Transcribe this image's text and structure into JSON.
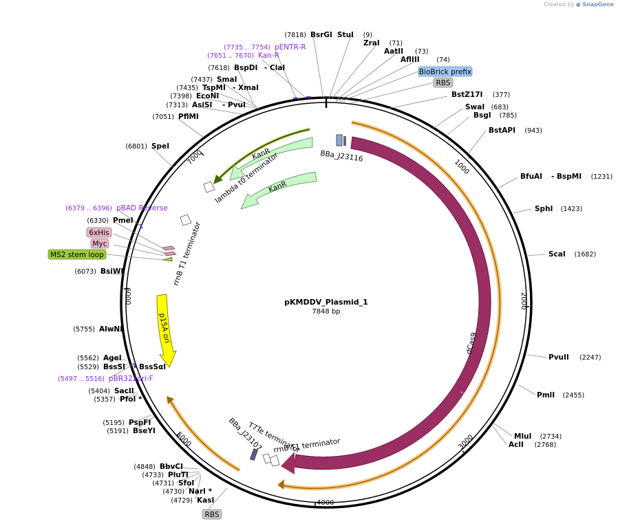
{
  "credit": {
    "created_by": "Created by",
    "brand": "SnapGene"
  },
  "plasmid": {
    "name": "pKMDDV_Plasmid_1",
    "size": "7848 bp"
  },
  "ruler": [
    "1000",
    "2000",
    "3000",
    "4000",
    "5000",
    "6000",
    "7000"
  ],
  "sites_left": [
    {
      "pos": "(7818)",
      "name": "BsrGI"
    },
    {
      "pos": "(7735 .. 7754)",
      "name": "pENTR-R",
      "purple": true
    },
    {
      "pos": "(7651 .. 7670)",
      "name": "Kan-R",
      "purple": true
    },
    {
      "pos": "(7618)",
      "name": "BspDI",
      "alt": "- ClaI"
    },
    {
      "pos": "(7437)",
      "name": "SmaI"
    },
    {
      "pos": "(7435)",
      "name": "TspMI",
      "alt": "- XmaI"
    },
    {
      "pos": "(7398)",
      "name": "EcoNI"
    },
    {
      "pos": "(7313)",
      "name": "AsiSI",
      "alt": "- PvuI"
    },
    {
      "pos": "(7051)",
      "name": "PflMI"
    },
    {
      "pos": "(6801)",
      "name": "SpeI"
    },
    {
      "pos": "(6379 .. 6396)",
      "name": "pBAD Reverse",
      "purple": true
    },
    {
      "pos": "(6330)",
      "name": "PmeI"
    },
    {
      "pos": "(6073)",
      "name": "BsiWI"
    },
    {
      "pos": "(5755)",
      "name": "AlwNI"
    },
    {
      "pos": "(5562)",
      "name": "AgeI"
    },
    {
      "pos": "(5529)",
      "name": "BssSI",
      "alt": "- BssSαI"
    },
    {
      "pos": "(5497 .. 5516)",
      "name": "pBR322ori-F",
      "purple": true
    },
    {
      "pos": "(5404)",
      "name": "SacII"
    },
    {
      "pos": "(5357)",
      "name": "PfoI *"
    },
    {
      "pos": "(5195)",
      "name": "PspFI"
    },
    {
      "pos": "(5191)",
      "name": "BseYI"
    },
    {
      "pos": "(4848)",
      "name": "BbvCI"
    },
    {
      "pos": "(4733)",
      "name": "PluTI"
    },
    {
      "pos": "(4731)",
      "name": "SfoI"
    },
    {
      "pos": "(4730)",
      "name": "NarI *"
    },
    {
      "pos": "(4729)",
      "name": "KasI"
    }
  ],
  "sites_right": [
    {
      "name": "StuI",
      "pos": "(9)"
    },
    {
      "name": "ZraI",
      "pos": "(71)"
    },
    {
      "name": "AatII",
      "pos": "(73)"
    },
    {
      "name": "AflIII",
      "pos": "(74)"
    },
    {
      "name": "BstZ17I",
      "pos": "(377)"
    },
    {
      "name": "SwaI",
      "pos": "(683)"
    },
    {
      "name": "BsgI",
      "pos": "(785)"
    },
    {
      "name": "BstAPI",
      "pos": "(943)"
    },
    {
      "name": "BfuAI",
      "alt": "- BspMI",
      "pos": "(1231)"
    },
    {
      "name": "SphI",
      "pos": "(1423)"
    },
    {
      "name": "ScaI",
      "pos": "(1682)"
    },
    {
      "name": "PvuII",
      "pos": "(2247)"
    },
    {
      "name": "PmlI",
      "pos": "(2455)"
    },
    {
      "name": "MluI",
      "pos": "(2734)"
    },
    {
      "name": "AclI",
      "pos": "(2768)"
    }
  ],
  "boxes": {
    "biobrick": "BioBrick prefix",
    "rbs_top": "RBS",
    "his": "6xHis",
    "myc": "Myc",
    "ms2": "MS2 stem loop",
    "rbs_bottom": "RBS"
  },
  "features": {
    "kanr_1": "KanR",
    "kanr_2": "KanR",
    "lambda": "lambda t0 terminator",
    "bba_top": "BBa_J23116",
    "rrnb_left": "rrnB T1 terminator",
    "p15a": "p15A ori",
    "dcas9": "dCas9",
    "t7te": "T7Te terminator",
    "bba_bottom": "BBa_J23107",
    "rrnb_bottom": "rrnB T1 terminator"
  },
  "colors": {
    "dcas9": "#9b2f64",
    "kanr": "#c9f7c9",
    "kanr_outline": "#6aa36a",
    "p15a": "#ffff00",
    "orf_orange": "#f5c27a",
    "orf_dark": "#a06a00",
    "green_orf": "#3d6b0f",
    "biobrick_bg": "#9fc9f3",
    "rbs_bg": "#c8c8c8",
    "tag_bg": "#e9b7c9",
    "ms2_bg": "#9ccc3c"
  }
}
